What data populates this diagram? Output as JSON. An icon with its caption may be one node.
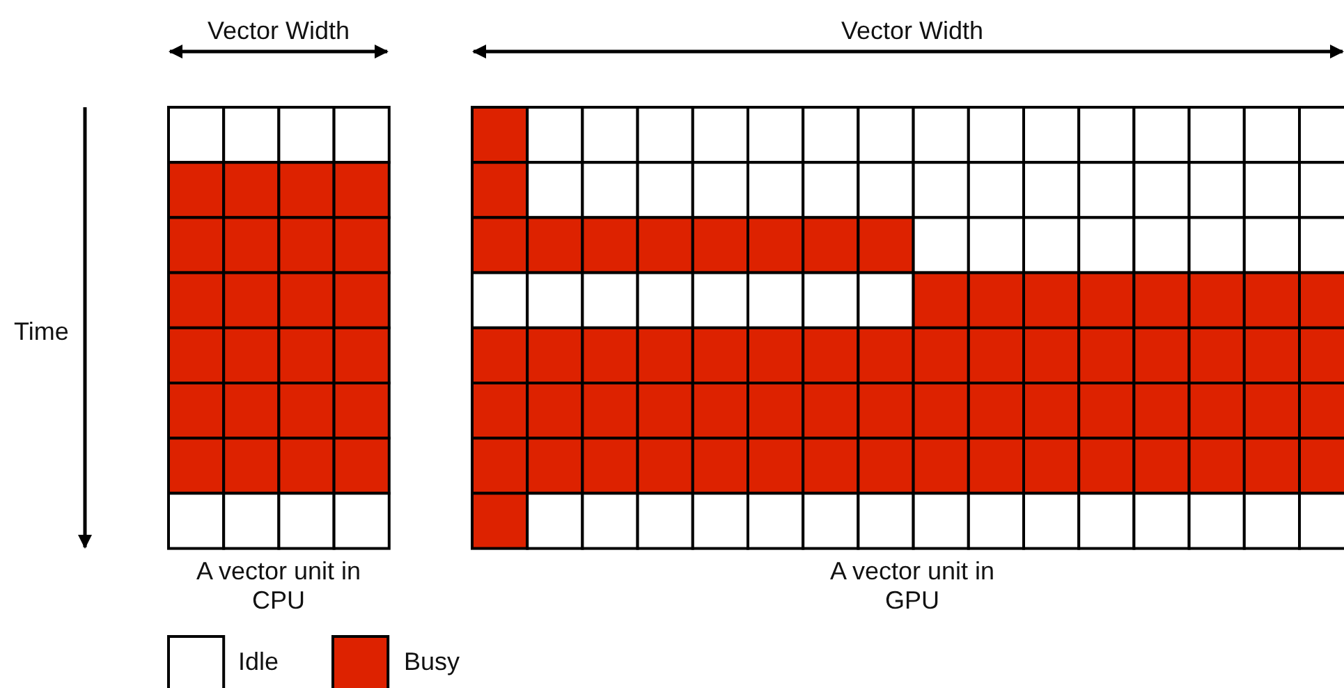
{
  "diagram": {
    "labels": [
      "Vector Width",
      "Vector Width",
      "Time",
      "A vector unit in CPU",
      "A vector unit in GPU"
    ],
    "legend": [
      {
        "text": "Idle",
        "color": "#ffffff"
      },
      {
        "text": "Busy",
        "color": "#dd2200"
      }
    ]
  }
}
